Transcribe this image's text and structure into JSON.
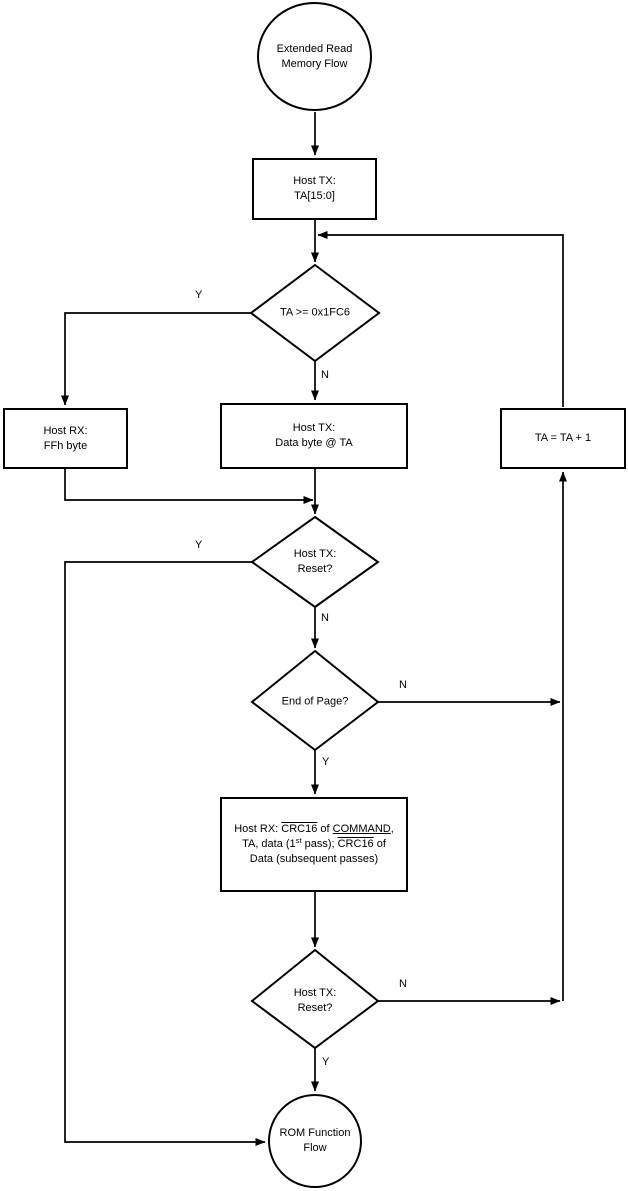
{
  "nodes": {
    "start": {
      "line1": "Extended Read",
      "line2": "Memory Flow"
    },
    "host_tx_ta": {
      "line1": "Host TX:",
      "line2": "TA[15:0]"
    },
    "ta_check": {
      "label": "TA >= 0x1FC6"
    },
    "host_rx_ff": {
      "line1": "Host RX:",
      "line2": "FFh byte"
    },
    "host_tx_data": {
      "line1": "Host TX:",
      "line2": "Data byte @ TA"
    },
    "ta_increment": {
      "label": "TA = TA + 1"
    },
    "reset_check_1": {
      "line1": "Host TX:",
      "line2": "Reset?"
    },
    "end_of_page": {
      "label": "End of Page?"
    },
    "host_rx_crc16": {
      "l1_prefix": "Host RX: ",
      "l1_crc": "CRC16",
      "l1_of": " of ",
      "l1_command": "COMMAND",
      "l1_comma": ",",
      "l2_prefix": "TA, data (1",
      "l2_sup": "st",
      "l2_mid": " pass); ",
      "l2_crc": "CRC16",
      "l2_suffix": " of",
      "l3": "Data (subsequent passes)"
    },
    "reset_check_2": {
      "line1": "Host TX:",
      "line2": "Reset?"
    },
    "end": {
      "line1": "ROM Function",
      "line2": "Flow"
    }
  },
  "edge_labels": {
    "ta_check_yes": "Y",
    "ta_check_no": "N",
    "reset1_yes": "Y",
    "reset1_no": "N",
    "end_of_page_no": "N",
    "end_of_page_yes": "Y",
    "reset2_no": "N",
    "reset2_yes": "Y"
  },
  "colors": {
    "line": "#000000",
    "text": "#000000",
    "node_fill": "#ffffff",
    "background": "#ffffff"
  }
}
